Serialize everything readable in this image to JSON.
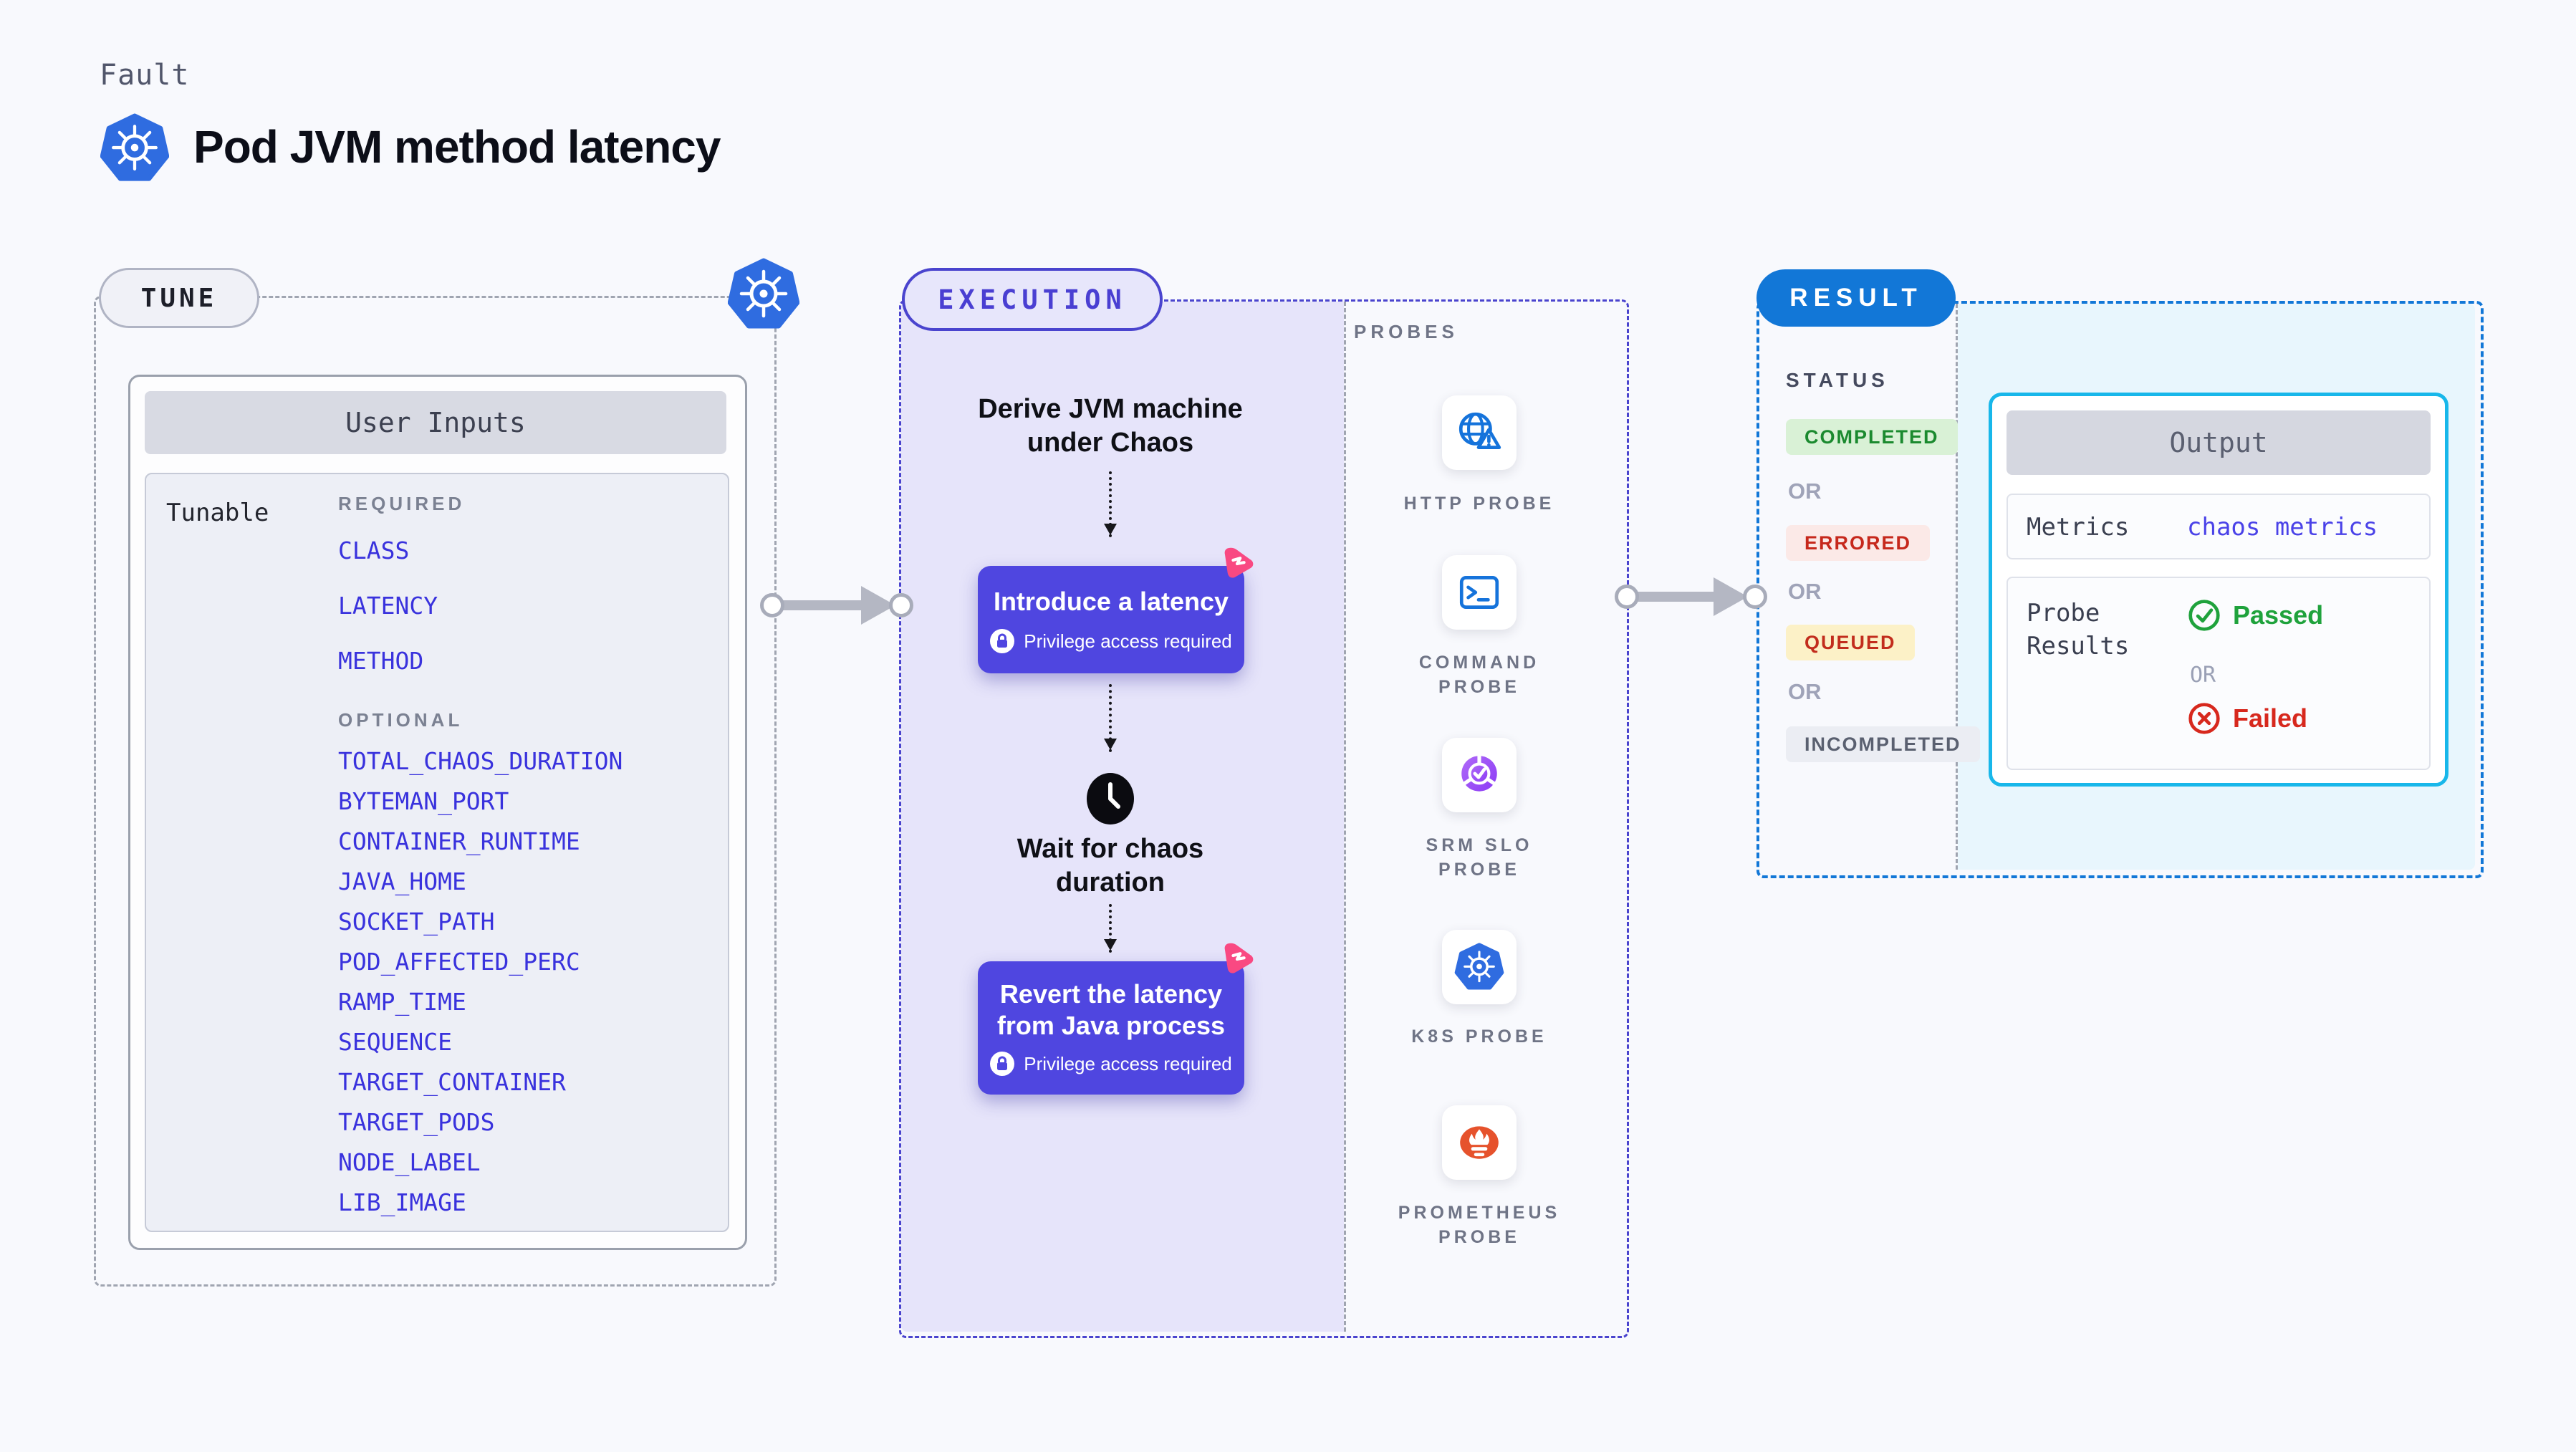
{
  "header": {
    "eyebrow": "Fault",
    "title": "Pod JVM method latency"
  },
  "tune": {
    "badge": "TUNE",
    "panel_title": "User Inputs",
    "row_label": "Tunable",
    "required_label": "REQUIRED",
    "required_items": [
      "CLASS",
      "LATENCY",
      "METHOD"
    ],
    "optional_label": "OPTIONAL",
    "optional_items": [
      "TOTAL_CHAOS_DURATION",
      "BYTEMAN_PORT",
      "CONTAINER_RUNTIME",
      "JAVA_HOME",
      "SOCKET_PATH",
      "POD_AFFECTED_PERC",
      "RAMP_TIME",
      "SEQUENCE",
      "TARGET_CONTAINER",
      "TARGET_PODS",
      "NODE_LABEL",
      "LIB_IMAGE"
    ]
  },
  "execution": {
    "badge": "EXECUTION",
    "step1_line1": "Derive JVM machine",
    "step1_line2": "under Chaos",
    "card1_title": "Introduce a latency",
    "privilege_note": "Privilege access required",
    "step2_line1": "Wait for chaos",
    "step2_line2": "duration",
    "card2_line1": "Revert the latency",
    "card2_line2": "from Java process"
  },
  "probes": {
    "label": "PROBES",
    "items": [
      {
        "icon": "http-probe-icon",
        "line1": "HTTP PROBE",
        "line2": ""
      },
      {
        "icon": "command-probe-icon",
        "line1": "COMMAND",
        "line2": "PROBE"
      },
      {
        "icon": "srm-slo-probe-icon",
        "line1": "SRM SLO",
        "line2": "PROBE"
      },
      {
        "icon": "k8s-probe-icon",
        "line1": "K8S PROBE",
        "line2": ""
      },
      {
        "icon": "prometheus-probe-icon",
        "line1": "PROMETHEUS",
        "line2": "PROBE"
      }
    ]
  },
  "result": {
    "badge": "RESULT",
    "status_label": "STATUS",
    "or_label": "OR",
    "statuses": [
      {
        "label": "COMPLETED",
        "kind": "completed"
      },
      {
        "label": "ERRORED",
        "kind": "errored"
      },
      {
        "label": "QUEUED",
        "kind": "queued"
      },
      {
        "label": "INCOMPLETED",
        "kind": "incompleted"
      }
    ],
    "output": {
      "title": "Output",
      "metrics_label": "Metrics",
      "metrics_value": "chaos metrics",
      "probe_label_line1": "Probe",
      "probe_label_line2": "Results",
      "passed": "Passed",
      "or_label": "OR",
      "failed": "Failed"
    }
  },
  "colors": {
    "page_bg": "#f8f9fd",
    "kubernetes_blue": "#2f6ce0",
    "execution_indigo": "#4a44ce",
    "chaos_card_purple": "#4f46e0",
    "litmus_pink": "#f94982",
    "result_blue": "#1277d7",
    "output_border_cyan": "#18b7ea",
    "passed_green": "#1fa23c",
    "failed_red": "#d7281d",
    "completed_green": "#1b8a2f",
    "errored_red": "#c6281c",
    "queued_amber_bg": "#fcf1c7",
    "prometheus_orange": "#e6522c",
    "srm_purple": "#8b3bf5",
    "probe_icon_blue": "#1573db"
  }
}
